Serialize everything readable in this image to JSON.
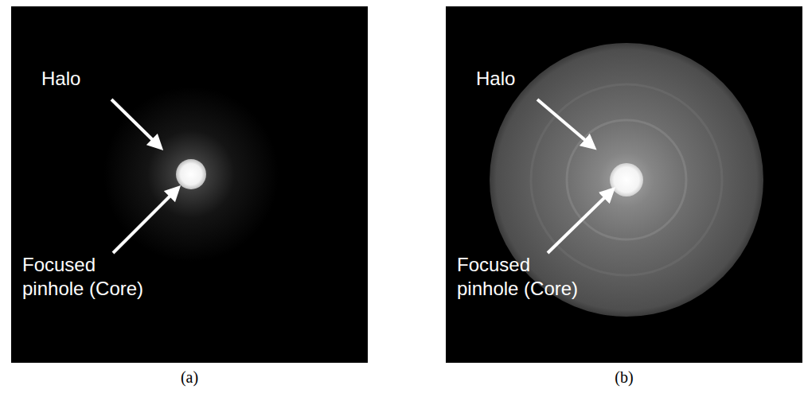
{
  "diagram": {
    "labels": [
      "Halo",
      "Focused pinhole (Core)",
      "(a)",
      "Halo",
      "Focused pinhole (Core)",
      "(b)"
    ]
  }
}
